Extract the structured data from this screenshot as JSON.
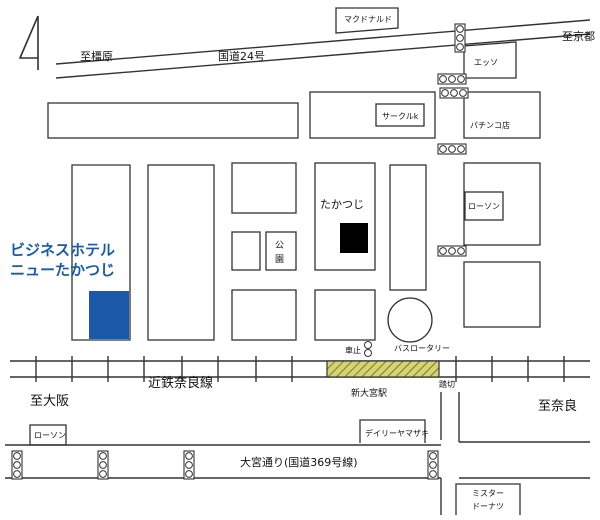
{
  "colors": {
    "hotel_accent": "#1a5aa8",
    "target_building": "#1a5aa8",
    "takatsuji_building": "#000000",
    "station_hatch": "#d6d56a"
  },
  "labels": {
    "to_kashihara": "至橿原",
    "route24": "国道24号",
    "to_kyoto": "至京都",
    "mcdonalds": "マクドナルド",
    "esso": "エッソ",
    "circle_k": "サークルk",
    "pachinko": "パチンコ店",
    "lawson_east": "ローソン",
    "takatsuji": "たかつじ",
    "park": "公園",
    "bus_rotary": "バスロータリー",
    "car_stop": "車止",
    "railway": "近鉄奈良線",
    "station": "新大宮駅",
    "crossing": "踏切",
    "to_osaka": "至大阪",
    "to_nara": "至奈良",
    "lawson_west": "ローソン",
    "daily_yamazaki": "デイリーヤマザキ",
    "omiya_dori": "大宮通り(国道369号線)",
    "mister_donut": "ミスタードーナツ",
    "hotel_line1": "ビジネスホテル",
    "hotel_line2": "ニューたかつじ"
  },
  "icons": {
    "north": "north-arrow-icon",
    "signal": "traffic-signal-icon"
  }
}
